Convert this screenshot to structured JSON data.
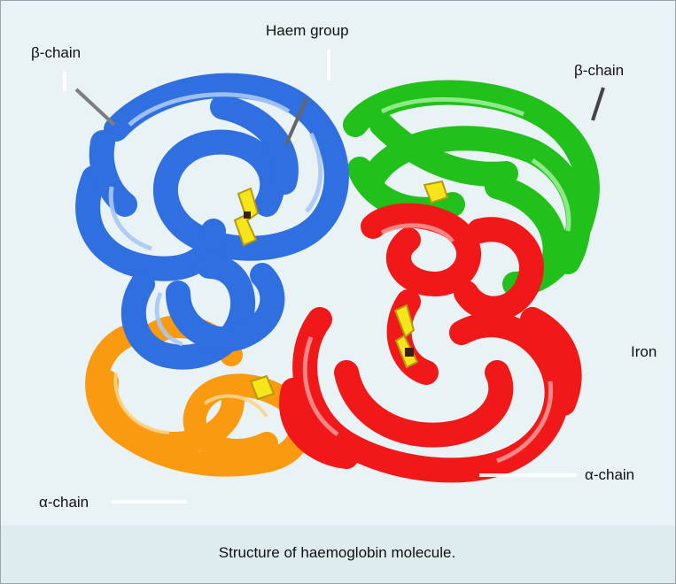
{
  "figure": {
    "labels": {
      "haem_group": "Haem group",
      "beta_chain_left": "β-chain",
      "beta_chain_right": "β-chain",
      "iron": "Iron",
      "alpha_chain_left": "α-chain",
      "alpha_chain_right": "α-chain"
    },
    "caption": "Structure of haemoglobin molecule.",
    "colors": {
      "beta_left": "#2f6fe0",
      "beta_right": "#22c01a",
      "alpha_right": "#f01818",
      "alpha_left": "#f99a10",
      "haem": "#f5e51a",
      "background": "#e9f2f4"
    }
  }
}
